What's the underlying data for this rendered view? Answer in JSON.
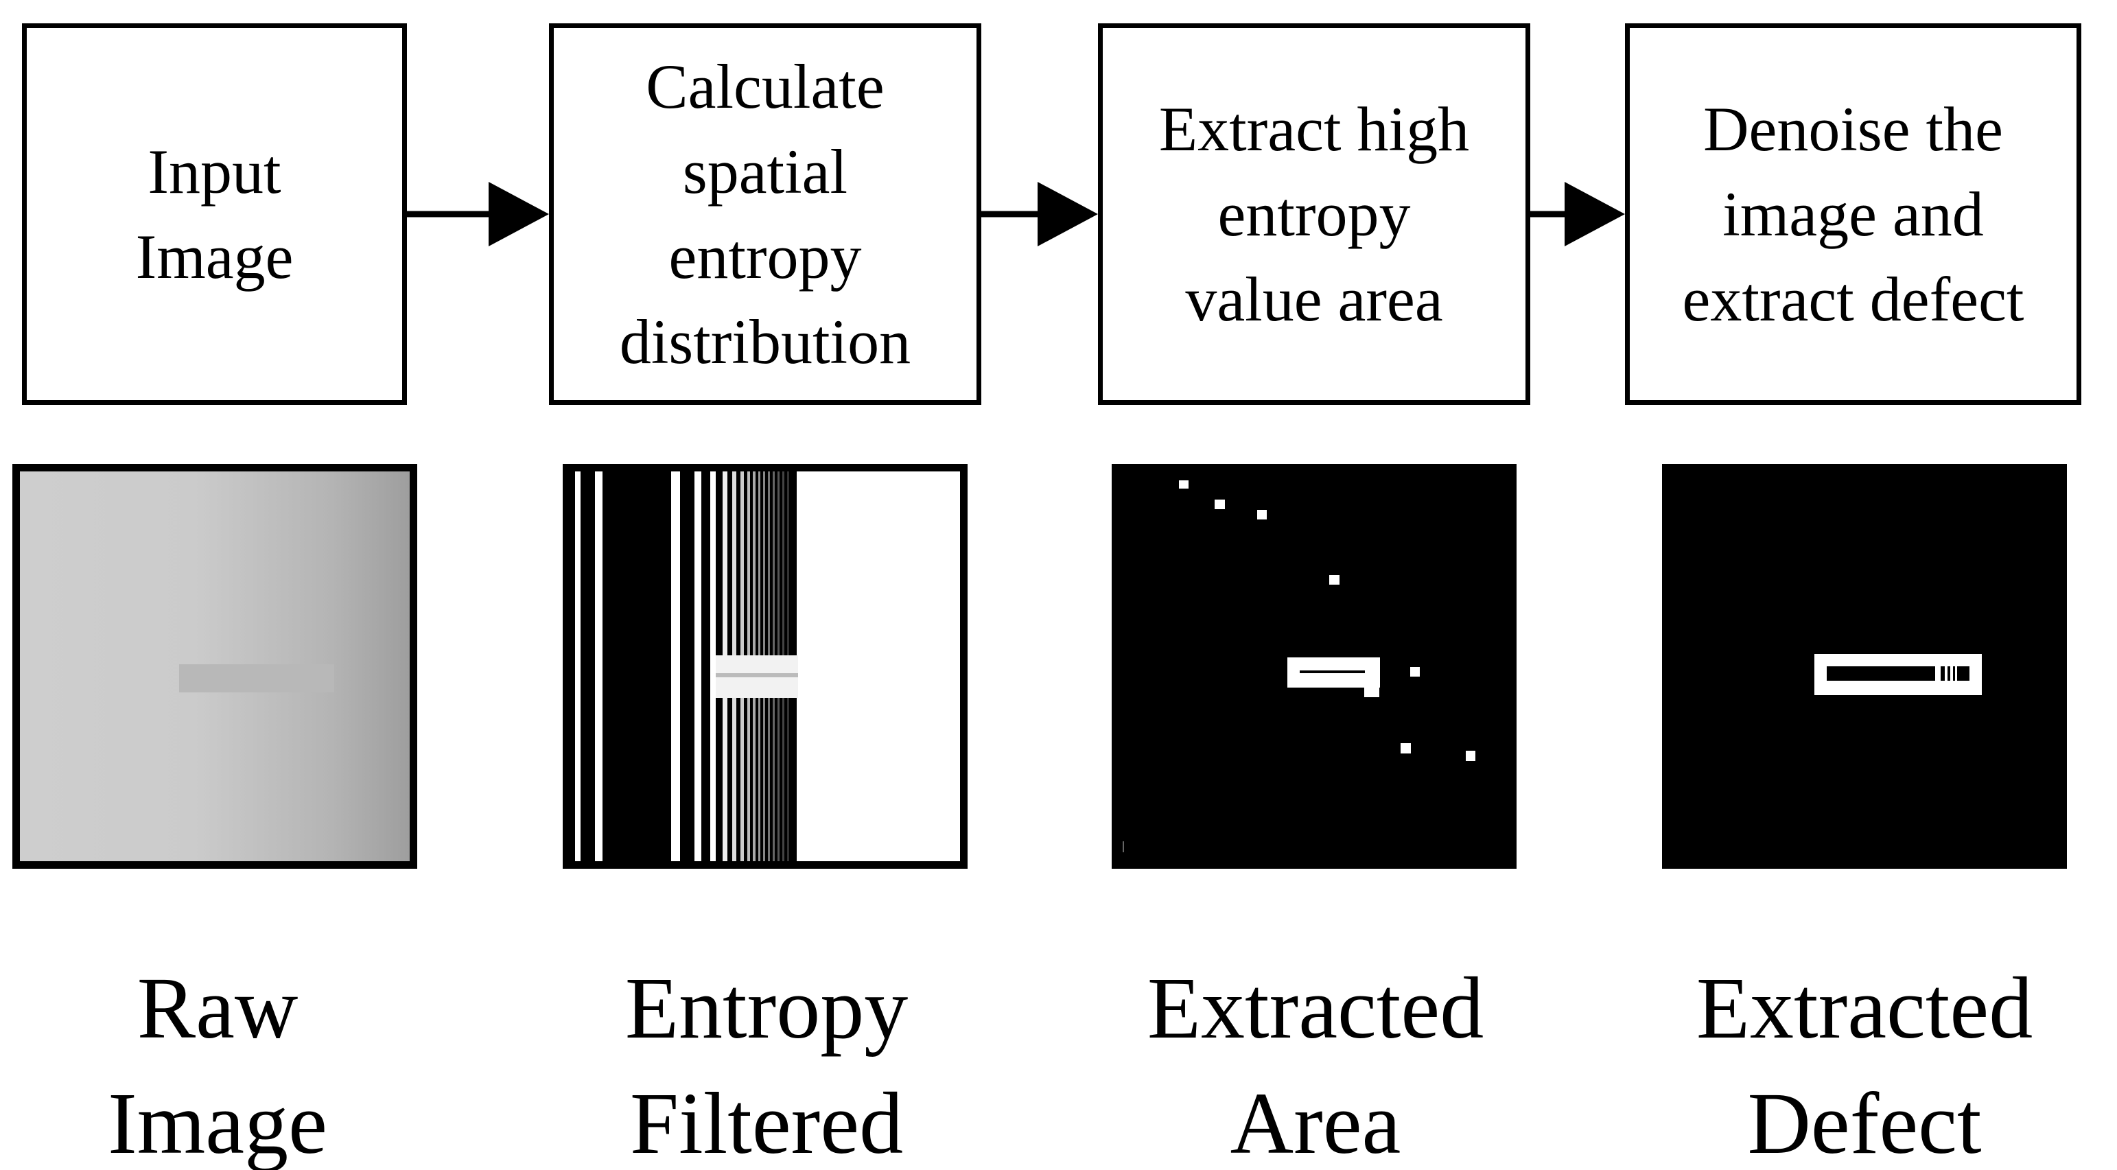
{
  "steps": [
    {
      "label": "Input\nImage"
    },
    {
      "label": "Calculate\nspatial\nentropy\ndistribution"
    },
    {
      "label": "Extract high\nentropy\nvalue area"
    },
    {
      "label": "Denoise the\nimage and\nextract defect"
    }
  ],
  "captions": [
    {
      "label": "Raw\nImage"
    },
    {
      "label": "Entropy\nFiltered"
    },
    {
      "label": "Extracted\nArea"
    },
    {
      "label": "Extracted\nDefect"
    }
  ],
  "colors": {
    "stroke": "#000000",
    "background": "#ffffff",
    "raw_gray_light": "#cecece",
    "raw_gray_dark": "#9e9e9e",
    "defect_gray": "#b8b8b8"
  }
}
